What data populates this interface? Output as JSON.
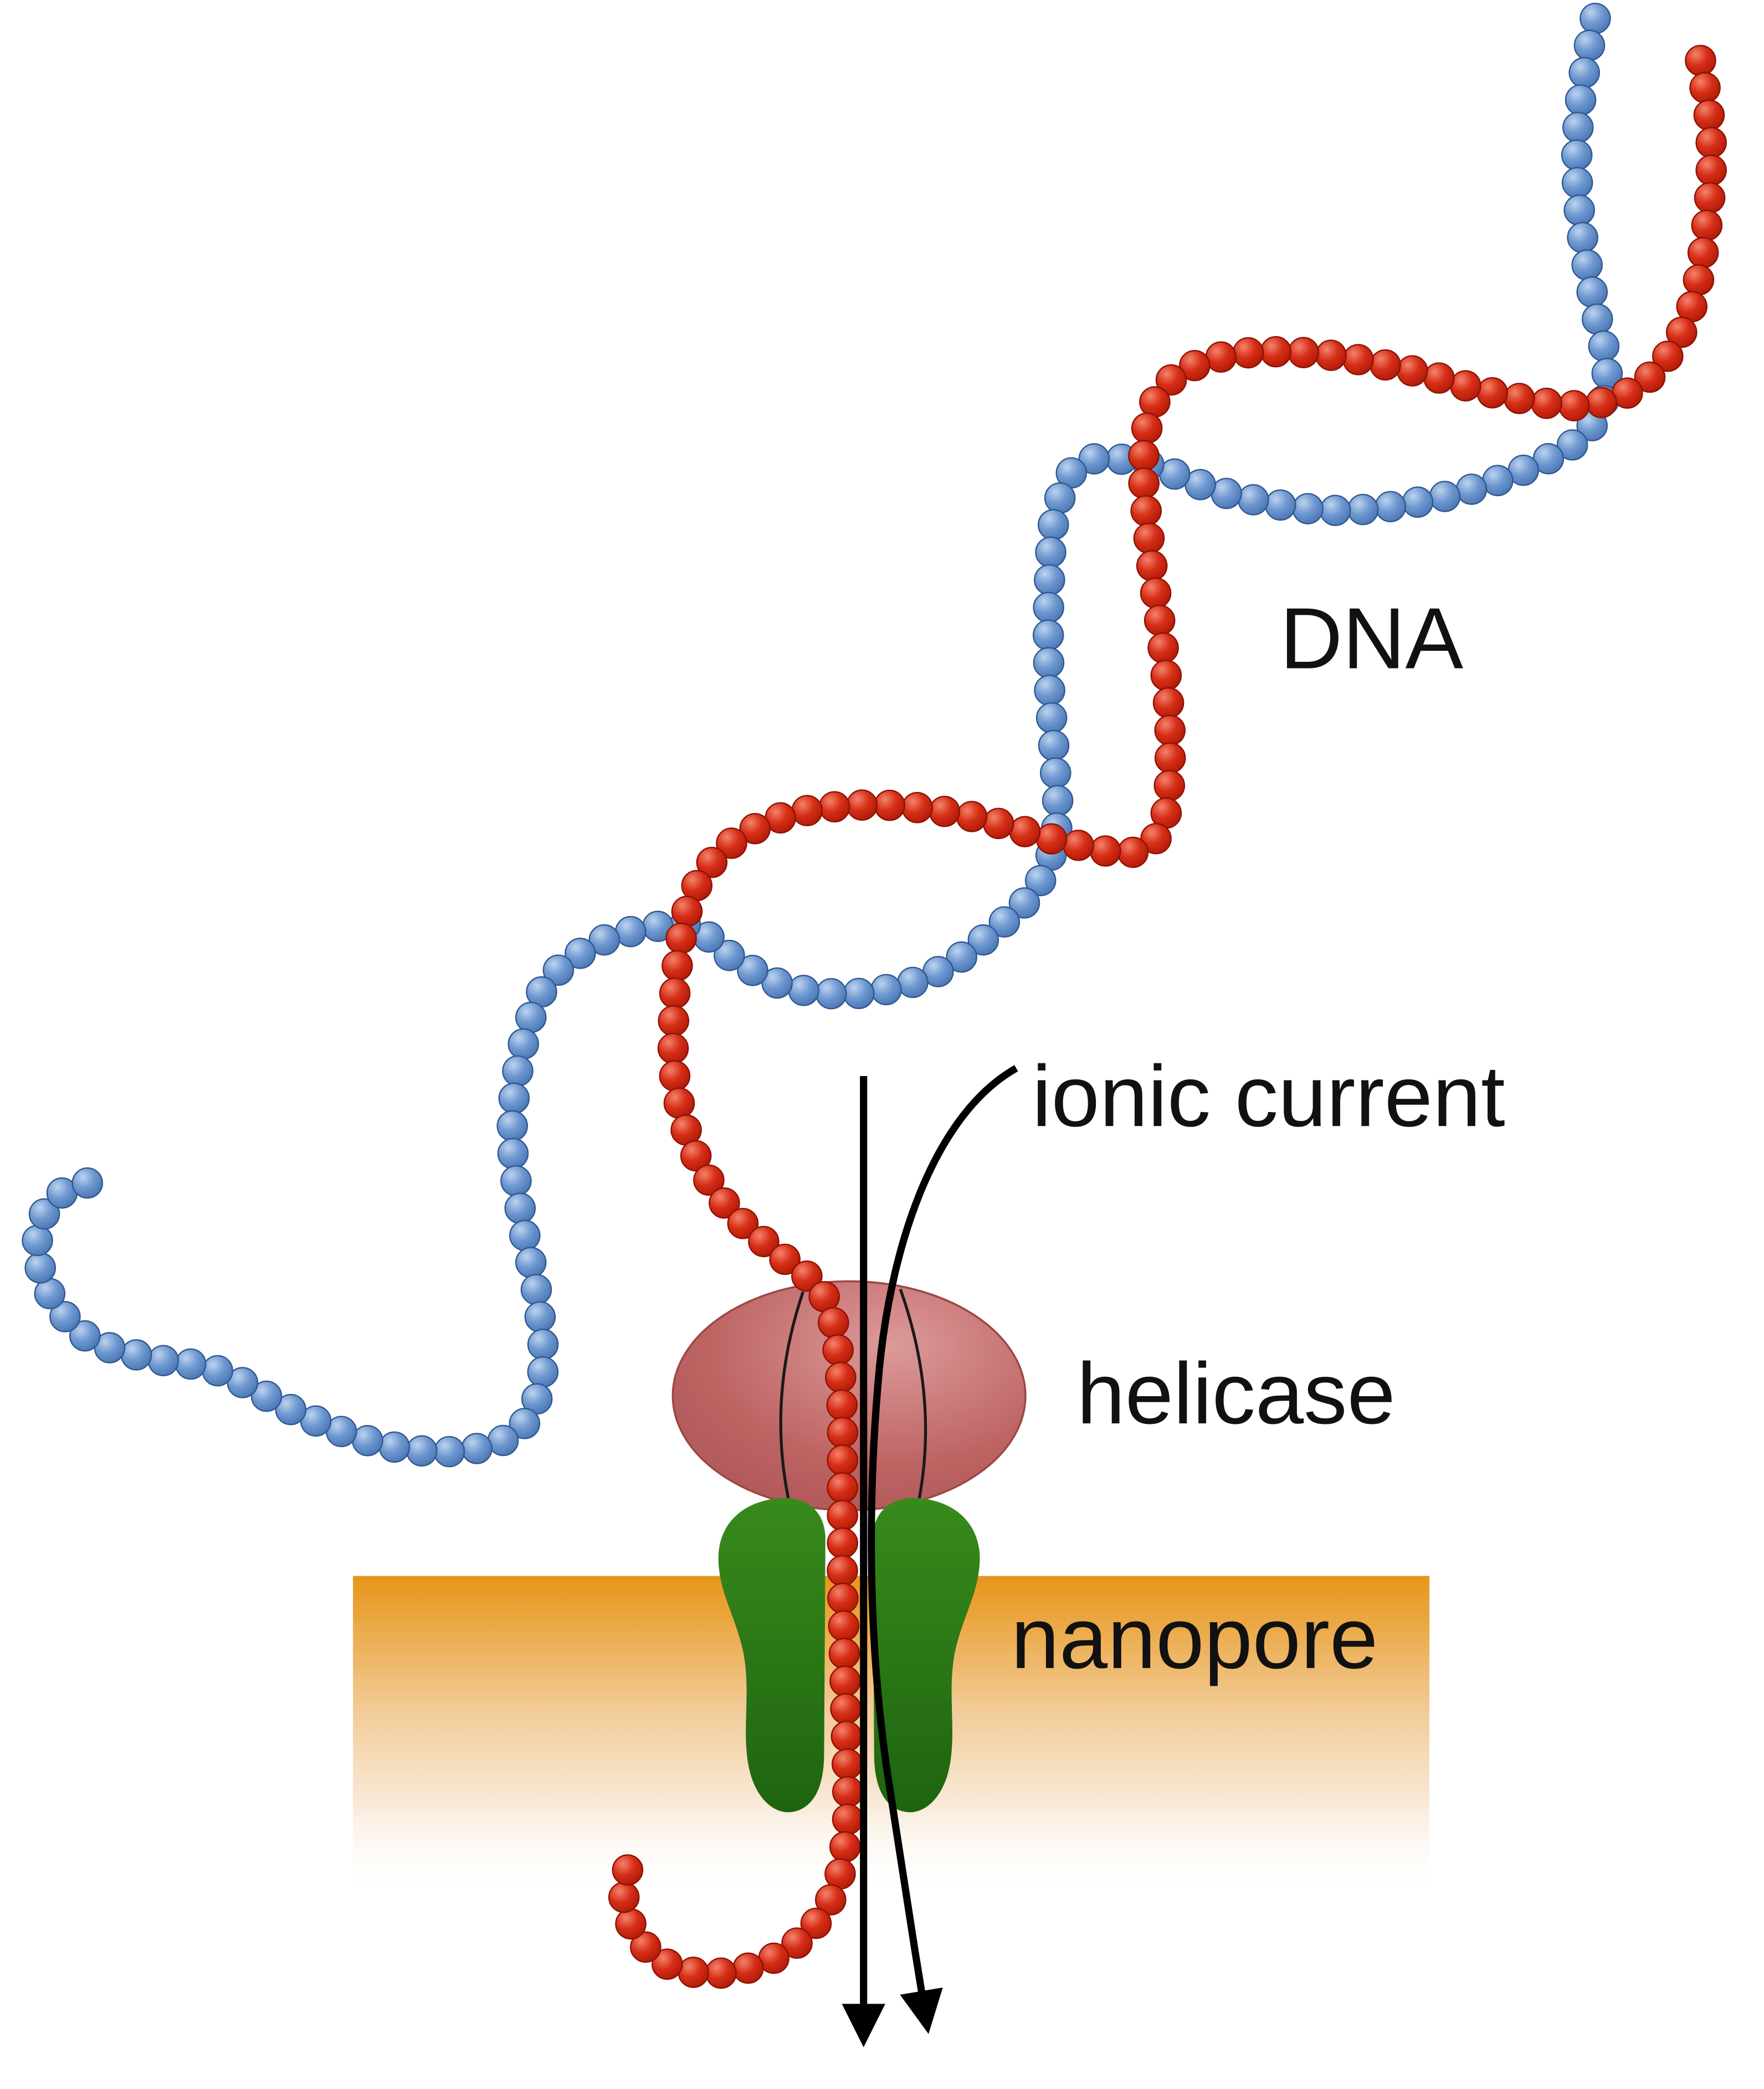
{
  "diagram": {
    "labels": {
      "dna": "DNA",
      "ionic_current": "ionic current",
      "helicase": "helicase",
      "nanopore": "nanopore"
    },
    "colors": {
      "background": "#ffffff",
      "label_text": "#111111",
      "arrow": "#000000",
      "strand_red": {
        "light": "#f4836c",
        "base": "#d62e17",
        "dark": "#a41503",
        "ring": "#8e1103"
      },
      "strand_blue": {
        "light": "#bdd3ef",
        "base": "#6e98d0",
        "dark": "#3f6cab",
        "ring": "#2f5892"
      },
      "helicase": {
        "light": "#dc9a99",
        "base": "#bd6463",
        "dark": "#a65150",
        "outline": "#9c4646",
        "channel_line": "#1a1a1a"
      },
      "nanopore": {
        "top": "#388a1b",
        "bottom": "#1e6410"
      },
      "membrane": {
        "top": "#e7961b",
        "upper": "#eaa43c",
        "mid": "#f2cb97",
        "lower": "#f9ead9"
      }
    }
  }
}
